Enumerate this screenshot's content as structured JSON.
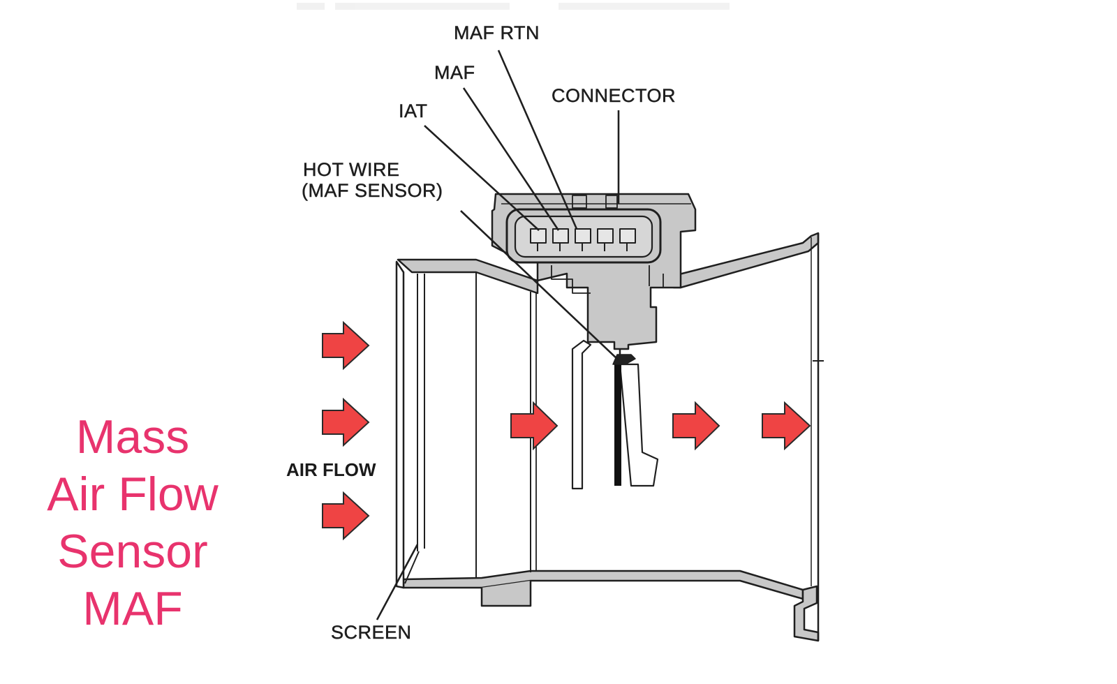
{
  "callouts": {
    "maf_rtn": "MAF RTN",
    "maf": "MAF",
    "iat": "IAT",
    "connector": "CONNECTOR",
    "hot_wire_line1": "HOT WIRE",
    "hot_wire_line2": "(MAF SENSOR)",
    "air_flow": "AIR FLOW",
    "screen": "SCREEN"
  },
  "title": {
    "line1": "Mass",
    "line2": "Air Flow",
    "line3": "Sensor",
    "line4": "MAF"
  },
  "colors": {
    "title": "#e8336d",
    "arrow_fill": "#ef4444",
    "arrow_stroke": "#2a2a2a",
    "body_gray": "#c8c8c8",
    "outline": "#1f1f1f"
  }
}
